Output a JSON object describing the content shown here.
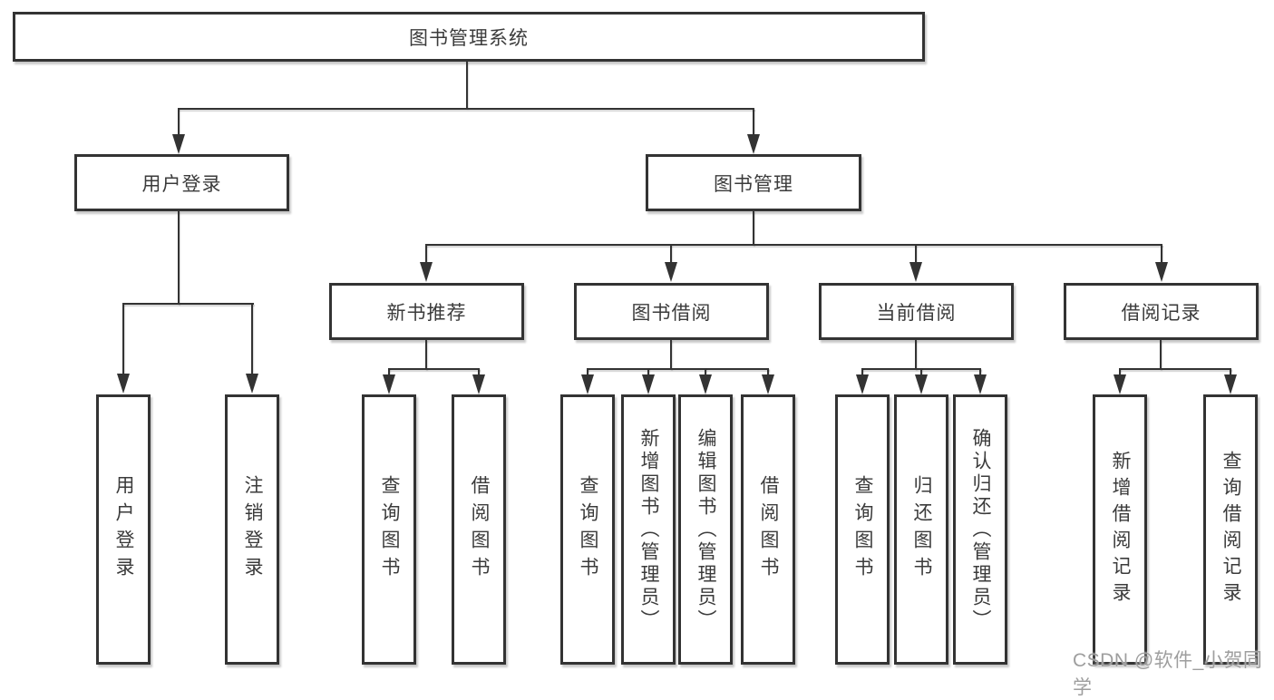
{
  "colors": {
    "line": "#333333",
    "node_border": "#333333",
    "node_bg": "#ffffff",
    "text": "#3b3b3b",
    "watermark": "#9e9e9e",
    "background": "#ffffff"
  },
  "tree": {
    "root": {
      "label": "图书管理系统"
    },
    "level2": [
      {
        "label": "用户登录",
        "children": [
          "用户登录",
          "注销登录"
        ]
      },
      {
        "label": "图书管理",
        "children": [
          {
            "label": "新书推荐",
            "children": [
              "查询图书",
              "借阅图书"
            ]
          },
          {
            "label": "图书借阅",
            "children": [
              "查询图书",
              "新增图书（管理员）",
              "编辑图书（管理员）",
              "借阅图书"
            ]
          },
          {
            "label": "当前借阅",
            "children": [
              "查询图书",
              "归还图书",
              "确认归还（管理员）"
            ]
          },
          {
            "label": "借阅记录",
            "children": [
              "新增借阅记录",
              "查询借阅记录"
            ]
          }
        ]
      }
    ]
  },
  "watermark": {
    "text": "CSDN @软件_小贺同学"
  }
}
